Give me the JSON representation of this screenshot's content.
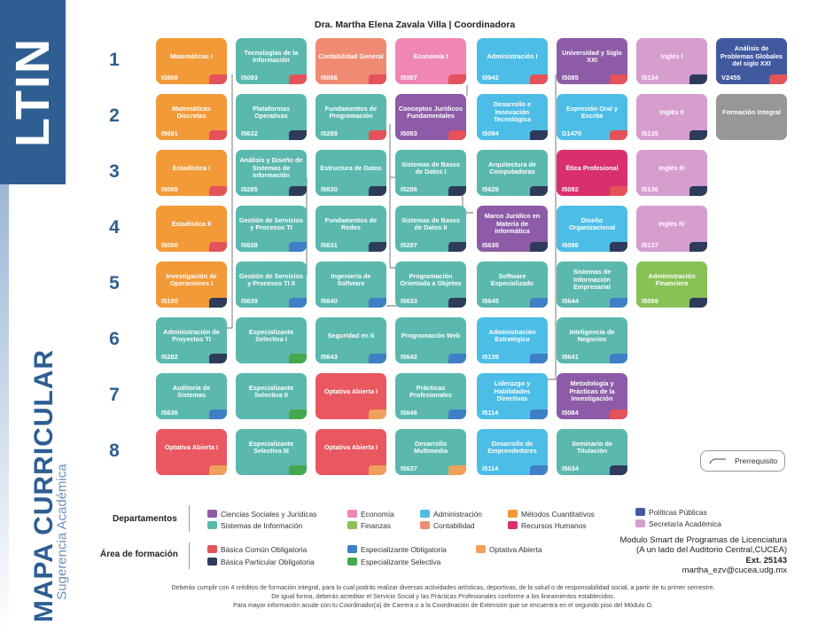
{
  "brand": "LTIN",
  "side_title": "MAPA CURRICULAR",
  "side_subtitle": "Sugerencia Académica",
  "coordinator": "Dra. Martha Elena Zavala Villa | Coordinadora",
  "semesters": [
    "1",
    "2",
    "3",
    "4",
    "5",
    "6",
    "7",
    "8"
  ],
  "colors": {
    "orange": "#f29a38",
    "teal": "#5bb8ad",
    "salmon": "#ef8b72",
    "pink": "#ef86b4",
    "sky": "#4cbde6",
    "purple": "#8d5ba7",
    "lavender": "#d59ecd",
    "navy": "#41599f",
    "gray": "#979797",
    "magenta": "#d92f6d",
    "green": "#88c156",
    "red": "#e95860",
    "tag_red": "#e4525a",
    "tag_navy": "#2e3b5c",
    "tag_blue": "#3f7fc7",
    "tag_green": "#45a84d",
    "tag_orange": "#f0a05a"
  },
  "courses": [
    {
      "name": "Matemáticas I",
      "code": "I0868",
      "color": "orange",
      "tag": "tag_red",
      "sem": 1,
      "col": 0
    },
    {
      "name": "Tecnologías de la Información",
      "code": "I5093",
      "color": "teal",
      "tag": "tag_red",
      "sem": 1,
      "col": 1
    },
    {
      "name": "Contabilidad General",
      "code": "I5086",
      "color": "salmon",
      "tag": "tag_red",
      "sem": 1,
      "col": 2
    },
    {
      "name": "Economía I",
      "code": "I5087",
      "color": "pink",
      "tag": "tag_red",
      "sem": 1,
      "col": 3
    },
    {
      "name": "Administración I",
      "code": "I0942",
      "color": "sky",
      "tag": "tag_red",
      "sem": 1,
      "col": 4
    },
    {
      "name": "Universidad y Siglo XXI",
      "code": "I5085",
      "color": "purple",
      "tag": "tag_red",
      "sem": 1,
      "col": 5
    },
    {
      "name": "Inglés I",
      "code": "I5134",
      "color": "lavender",
      "tag": "tag_navy",
      "sem": 1,
      "col": 6
    },
    {
      "name": "Análisis de Problemas Globales del siglo XXI",
      "code": "V2455",
      "color": "navy",
      "tag": "tag_red",
      "sem": 1,
      "col": 7
    },
    {
      "name": "Matemáticas Discretas",
      "code": "I5691",
      "color": "orange",
      "tag": "tag_red",
      "sem": 2,
      "col": 0
    },
    {
      "name": "Plataformas Operativas",
      "code": "I5632",
      "color": "teal",
      "tag": "tag_navy",
      "sem": 2,
      "col": 1
    },
    {
      "name": "Fundamentos de Programación",
      "code": "I5288",
      "color": "teal",
      "tag": "tag_red",
      "sem": 2,
      "col": 2
    },
    {
      "name": "Conceptos Jurídicos Fundamentales",
      "code": "I5083",
      "color": "purple",
      "tag": "tag_red",
      "sem": 2,
      "col": 3
    },
    {
      "name": "Desarrollo e Innovación Tecnológica",
      "code": "I5094",
      "color": "sky",
      "tag": "tag_navy",
      "sem": 2,
      "col": 4
    },
    {
      "name": "Expresión Oral y Escrita",
      "code": "D1470",
      "color": "sky",
      "tag": "tag_red",
      "sem": 2,
      "col": 5
    },
    {
      "name": "Inglés II",
      "code": "I5135",
      "color": "lavender",
      "tag": "tag_navy",
      "sem": 2,
      "col": 6
    },
    {
      "name": "Formación Integral",
      "code": "",
      "color": "gray",
      "tag": "",
      "sem": 2,
      "col": 7
    },
    {
      "name": "Estadística I",
      "code": "I5089",
      "color": "orange",
      "tag": "tag_red",
      "sem": 3,
      "col": 0
    },
    {
      "name": "Análisis y Diseño de Sistemas de Información",
      "code": "I5285",
      "color": "teal",
      "tag": "tag_navy",
      "sem": 3,
      "col": 1
    },
    {
      "name": "Estructura de Datos",
      "code": "I5630",
      "color": "teal",
      "tag": "tag_navy",
      "sem": 3,
      "col": 2
    },
    {
      "name": "Sistemas de Bases de Datos I",
      "code": "I5286",
      "color": "teal",
      "tag": "tag_navy",
      "sem": 3,
      "col": 3
    },
    {
      "name": "Arquitectura de Computadoras",
      "code": "I5629",
      "color": "teal",
      "tag": "tag_navy",
      "sem": 3,
      "col": 4
    },
    {
      "name": "Ética Profesional",
      "code": "I5092",
      "color": "magenta",
      "tag": "tag_red",
      "sem": 3,
      "col": 5
    },
    {
      "name": "Inglés III",
      "code": "I5136",
      "color": "lavender",
      "tag": "tag_navy",
      "sem": 3,
      "col": 6
    },
    {
      "name": "Estadística II",
      "code": "I5090",
      "color": "orange",
      "tag": "tag_red",
      "sem": 4,
      "col": 0
    },
    {
      "name": "Gestión de Servicios y Procesos TI",
      "code": "I5638",
      "color": "teal",
      "tag": "tag_blue",
      "sem": 4,
      "col": 1
    },
    {
      "name": "Fundamentos de Redes",
      "code": "I5631",
      "color": "teal",
      "tag": "tag_navy",
      "sem": 4,
      "col": 2
    },
    {
      "name": "Sistemas de Bases de Datos II",
      "code": "I5287",
      "color": "teal",
      "tag": "tag_navy",
      "sem": 4,
      "col": 3
    },
    {
      "name": "Marco Jurídico en Materia de Informática",
      "code": "I5635",
      "color": "purple",
      "tag": "tag_navy",
      "sem": 4,
      "col": 4
    },
    {
      "name": "Diseño Organizacional",
      "code": "I5096",
      "color": "sky",
      "tag": "tag_navy",
      "sem": 4,
      "col": 5
    },
    {
      "name": "Inglés IV",
      "code": "I5137",
      "color": "lavender",
      "tag": "tag_navy",
      "sem": 4,
      "col": 6
    },
    {
      "name": "Investigación de Operaciones I",
      "code": "I5100",
      "color": "orange",
      "tag": "tag_navy",
      "sem": 5,
      "col": 0
    },
    {
      "name": "Gestión de Servicios y Procesos TI II",
      "code": "I5639",
      "color": "teal",
      "tag": "tag_blue",
      "sem": 5,
      "col": 1
    },
    {
      "name": "Ingeniería de Software",
      "code": "I5640",
      "color": "teal",
      "tag": "tag_blue",
      "sem": 5,
      "col": 2
    },
    {
      "name": "Programación Orientada a Objetos",
      "code": "I5633",
      "color": "teal",
      "tag": "tag_navy",
      "sem": 5,
      "col": 3
    },
    {
      "name": "Software Especializado",
      "code": "I5645",
      "color": "teal",
      "tag": "tag_blue",
      "sem": 5,
      "col": 4
    },
    {
      "name": "Sistemas de Información Empresarial",
      "code": "I5644",
      "color": "teal",
      "tag": "tag_blue",
      "sem": 5,
      "col": 5
    },
    {
      "name": "Administración Financiera",
      "code": "I5099",
      "color": "green",
      "tag": "tag_navy",
      "sem": 5,
      "col": 6
    },
    {
      "name": "Administración de Proyectos TI",
      "code": "I5282",
      "color": "teal",
      "tag": "tag_navy",
      "sem": 6,
      "col": 0
    },
    {
      "name": "Especializante Selectiva I",
      "code": "",
      "color": "teal",
      "tag": "tag_green",
      "sem": 6,
      "col": 1
    },
    {
      "name": "Seguridad en ti",
      "code": "I5643",
      "color": "teal",
      "tag": "tag_blue",
      "sem": 6,
      "col": 2
    },
    {
      "name": "Programación Web",
      "code": "I5642",
      "color": "teal",
      "tag": "tag_blue",
      "sem": 6,
      "col": 3
    },
    {
      "name": "Administración Estratégica",
      "code": "I5139",
      "color": "sky",
      "tag": "tag_blue",
      "sem": 6,
      "col": 4
    },
    {
      "name": "Inteligencia de Negocios",
      "code": "I5641",
      "color": "teal",
      "tag": "tag_blue",
      "sem": 6,
      "col": 5
    },
    {
      "name": "Auditoría de Sistemas",
      "code": "I5636",
      "color": "teal",
      "tag": "tag_blue",
      "sem": 7,
      "col": 0
    },
    {
      "name": "Especializante Selectiva II",
      "code": "",
      "color": "teal",
      "tag": "tag_green",
      "sem": 7,
      "col": 1
    },
    {
      "name": "Optativa Abierta I",
      "code": "",
      "color": "red",
      "tag": "tag_orange",
      "sem": 7,
      "col": 2
    },
    {
      "name": "Prácticas Profesionales",
      "code": "I5646",
      "color": "teal",
      "tag": "tag_blue",
      "sem": 7,
      "col": 3
    },
    {
      "name": "Liderazgo y Habilidades Directivas",
      "code": "I5114",
      "color": "sky",
      "tag": "tag_blue",
      "sem": 7,
      "col": 4
    },
    {
      "name": "Metodología y Prácticas de la Investigación",
      "code": "I5084",
      "color": "purple",
      "tag": "tag_red",
      "sem": 7,
      "col": 5
    },
    {
      "name": "Optativa Abierta I",
      "code": "",
      "color": "red",
      "tag": "tag_orange",
      "sem": 8,
      "col": 0
    },
    {
      "name": "Especializante Selectiva III",
      "code": "",
      "color": "teal",
      "tag": "tag_green",
      "sem": 8,
      "col": 1
    },
    {
      "name": "Optativa Abierta I",
      "code": "",
      "color": "red",
      "tag": "tag_orange",
      "sem": 8,
      "col": 2
    },
    {
      "name": "Desarrollo Multimedia",
      "code": "I5637",
      "color": "teal",
      "tag": "tag_orange",
      "sem": 8,
      "col": 3
    },
    {
      "name": "Desarrollo de Emprendedores",
      "code": "I5114",
      "color": "sky",
      "tag": "tag_blue",
      "sem": 8,
      "col": 4
    },
    {
      "name": "Seminario de Titulación",
      "code": "I5634",
      "color": "teal",
      "tag": "tag_navy",
      "sem": 8,
      "col": 5
    }
  ],
  "prereq_label": "Prerrequisito",
  "legend": {
    "departments_title": "Departamentos",
    "departments": [
      {
        "label": "Ciencias Sociales y Jurídicas",
        "color": "purple"
      },
      {
        "label": "Economía",
        "color": "pink"
      },
      {
        "label": "Administración",
        "color": "sky"
      },
      {
        "label": "Métodos Cuantitativos",
        "color": "orange"
      },
      {
        "label": "Políticas Públicas",
        "color": "navy"
      },
      {
        "label": "Sistemas de Información",
        "color": "teal"
      },
      {
        "label": "Finanzas",
        "color": "green"
      },
      {
        "label": "Contabilidad",
        "color": "salmon"
      },
      {
        "label": "Recursos Humanos",
        "color": "magenta"
      },
      {
        "label": "Secretaría Académica",
        "color": "lavender"
      }
    ],
    "areas_title": "Área de formación",
    "areas": [
      {
        "label": "Básica Común Obligatoria",
        "color": "tag_red"
      },
      {
        "label": "Especializante Obligatoria",
        "color": "tag_blue"
      },
      {
        "label": "Optativa Abierta",
        "color": "tag_orange"
      },
      {
        "label": "Básica Particular Obligatoria",
        "color": "tag_navy"
      },
      {
        "label": "Especializante Selectiva",
        "color": "tag_green"
      }
    ]
  },
  "contact": {
    "line1": "Modulo Smart de Programas de Licenciatura",
    "line2": "(A un lado del Auditorio Central,CUCEA)",
    "ext": "Ext. 25143",
    "email": "martha_ezv@cucea.udg.mx"
  },
  "notes": [
    "Deberás cumplir con 4 créditos de formación integral, para lo cual podrás realizar diversas actividades artísticas, deportivas, de la salud o de responsabilidad social, a partir de tu primer semestre.",
    "De igual forma, deberás acreditar el Servicio Social y las Prácticas Profesionales conforme a los lineamientos establecidos.",
    "Para mayor información acude con tu Coordinador(a) de Carrera o a la Coordinación de Extensión que se encuentra en el segundo piso del Módulo O."
  ]
}
